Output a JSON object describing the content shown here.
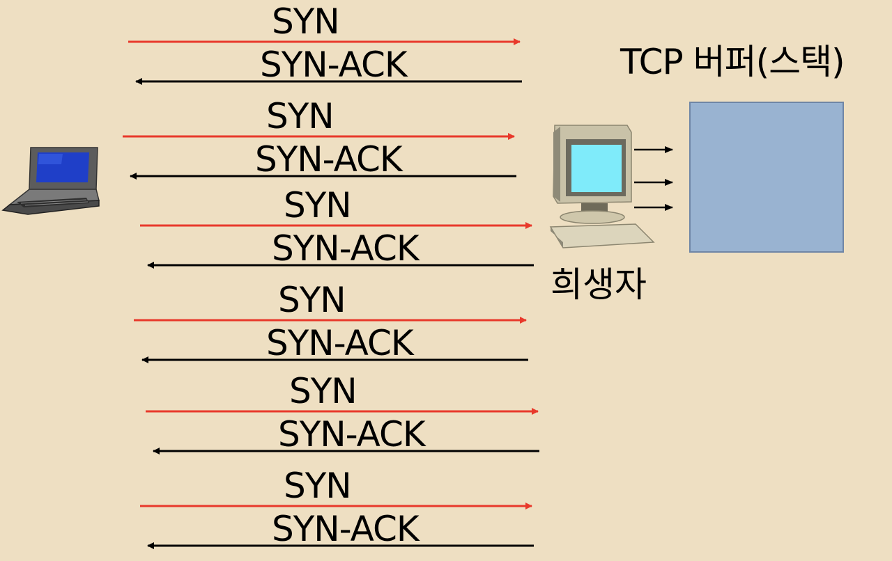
{
  "buffer": {
    "title": "TCP 버퍼(스택)"
  },
  "victim": {
    "label": "희생자"
  },
  "colors": {
    "background": "#EEDFC2",
    "syn": "#E8392B",
    "synack": "#000000",
    "buffer_fill": "#99B3D1"
  },
  "icons": {
    "attacker": "laptop-icon",
    "victim": "desktop-computer-icon"
  },
  "exchanges": [
    {
      "syn": "SYN",
      "synack": "SYN-ACK"
    },
    {
      "syn": "SYN",
      "synack": "SYN-ACK"
    },
    {
      "syn": "SYN",
      "synack": "SYN-ACK"
    },
    {
      "syn": "SYN",
      "synack": "SYN-ACK"
    },
    {
      "syn": "SYN",
      "synack": "SYN-ACK"
    },
    {
      "syn": "SYN",
      "synack": "SYN-ACK"
    }
  ]
}
